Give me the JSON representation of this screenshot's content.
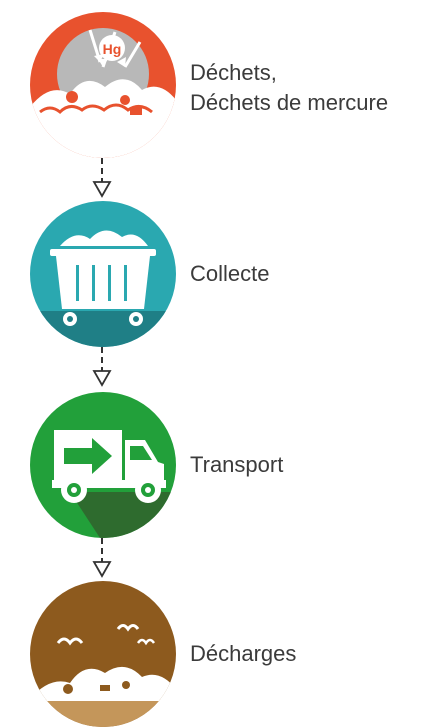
{
  "steps": [
    {
      "id": "waste",
      "label_line1": "Déchets,",
      "label_line2": "Déchets de mercure",
      "color": "#e8522e",
      "icon": "waste-pile-icon",
      "badge": "Hg",
      "badge_color": "#e8522e"
    },
    {
      "id": "collection",
      "label_line1": "Collecte",
      "color": "#2aa8b0",
      "icon": "dumpster-icon"
    },
    {
      "id": "transport",
      "label_line1": "Transport",
      "color": "#22a03a",
      "icon": "truck-icon"
    },
    {
      "id": "landfill",
      "label_line1": "Décharges",
      "color": "#8d5a1e",
      "icon": "landfill-icon"
    }
  ],
  "colors": {
    "connector": "#333333",
    "text": "#3b3b3b"
  }
}
